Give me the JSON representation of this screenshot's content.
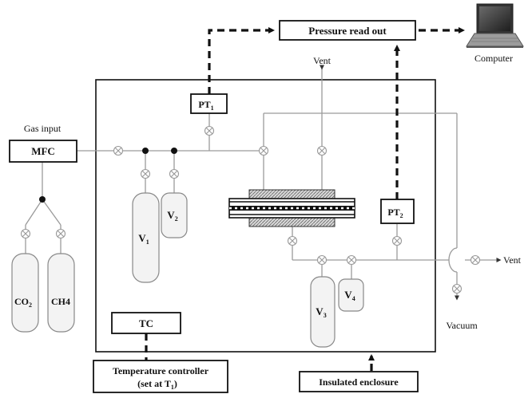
{
  "labels": {
    "pressure_readout": "Pressure read out",
    "computer": "Computer",
    "vent_top": "Vent",
    "pt1": "PT",
    "pt1_sub": "1",
    "pt2": "PT",
    "pt2_sub": "2",
    "gas_input": "Gas input",
    "mfc": "MFC",
    "co2": "CO",
    "co2_sub": "2",
    "ch4": "CH4",
    "v1": "V",
    "v1_sub": "1",
    "v2": "V",
    "v2_sub": "2",
    "v3": "V",
    "v3_sub": "3",
    "v4": "V",
    "v4_sub": "4",
    "vent_right": "Vent",
    "vacuum": "Vacuum",
    "tc": "TC",
    "temp_controller_line1": "Temperature controller",
    "temp_controller_line2_pre": "(set at T",
    "temp_controller_line2_sub": "1",
    "temp_controller_line2_post": ")",
    "insulated_enclosure": "Insulated enclosure"
  },
  "icons": [
    "valve-icon",
    "computer-icon",
    "arrow-icon",
    "gas-cylinder-icon",
    "sample-cell-icon"
  ]
}
